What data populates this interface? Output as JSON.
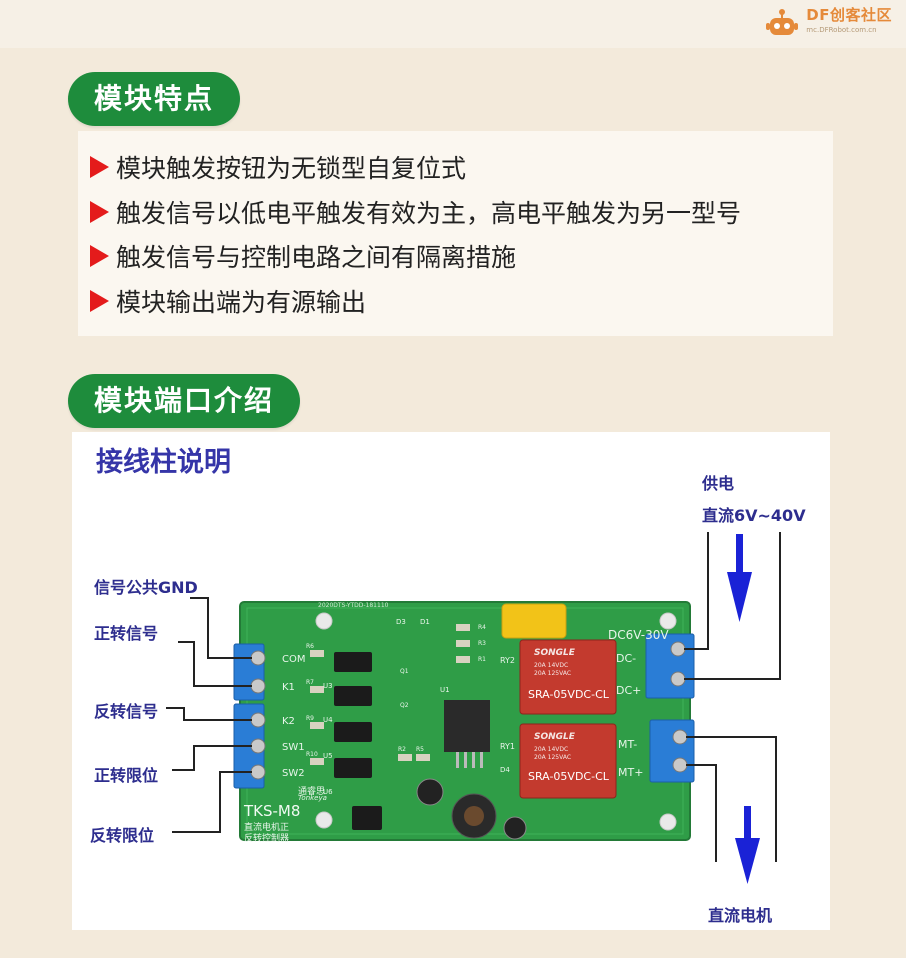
{
  "watermark": {
    "brand": "DF创客社区",
    "url": "mc.DFRobot.com.cn"
  },
  "sections": {
    "features_title": "模块特点",
    "ports_title": "模块端口介绍"
  },
  "features": [
    "模块触发按钮为无锁型自复位式",
    "触发信号以低电平触发有效为主，高电平触发为另一型号",
    "触发信号与控制电路之间有隔离措施",
    "模块输出端为有源输出"
  ],
  "diagram": {
    "title": "接线柱说明",
    "left_labels": [
      "信号公共GND",
      "正转信号",
      "反转信号",
      "正转限位",
      "反转限位"
    ],
    "power_label": "供电",
    "power_range": "直流6V~40V",
    "motor_label": "直流电机",
    "board": {
      "left_pins": [
        "COM",
        "K1",
        "K2",
        "SW1",
        "SW2"
      ],
      "right_pins_power": [
        "DC-",
        "DC+"
      ],
      "right_pins_motor": [
        "MT-",
        "MT+"
      ],
      "power_header": "DC6V-30V",
      "model": "TKS-M8",
      "subtitle_line1": "直流电机正",
      "subtitle_line2": "反转控制器",
      "maker": "通睿思",
      "maker_en": "Tonkeya",
      "pcb_code": "2020DTS-YTDD-181110",
      "relay_text": "SRA-05VDC-CL",
      "relay_brand": "SONGLE",
      "relay_rating1": "20A 14VDC",
      "relay_rating2": "20A 125VAC",
      "ref_U": [
        "U1",
        "U3",
        "U4",
        "U5",
        "U6"
      ],
      "ref_RY": [
        "RY2",
        "RY1"
      ],
      "ref_diodes": [
        "D3",
        "D1",
        "D4"
      ],
      "ref_R": [
        "R6",
        "R7",
        "R9",
        "R10",
        "R2",
        "R5",
        "R4",
        "R3",
        "R1"
      ],
      "ref_Q": [
        "Q1",
        "Q2"
      ]
    }
  },
  "colors": {
    "pill_green": "#1e8c3c",
    "arrow_red": "#e41b1b",
    "label_blue": "#2d2d8e",
    "pcb_green": "#2f9d47",
    "terminal_blue": "#2a7dd6",
    "relay_red": "#c33a2e",
    "arrow_blue": "#1a22d6",
    "background": "#f3eadb"
  }
}
